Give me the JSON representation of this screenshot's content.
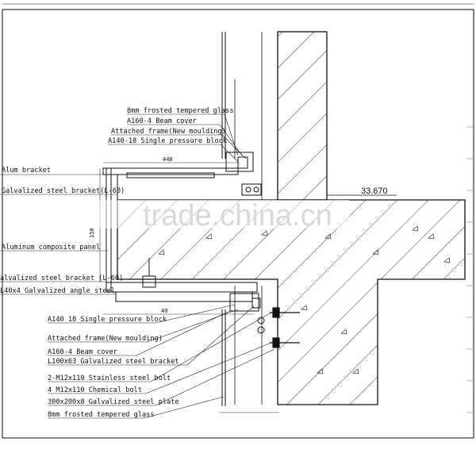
{
  "elevation_label": "33.670",
  "watermark": "trade.china.cn",
  "labels": {
    "glass_top": "8mm frosted tempered glass",
    "beam_cover_top": "A160-4 Beam cover",
    "attached_frame_top": "Attached frame(New moulding)",
    "pressure_block_top": "A140-18 Single pressure block",
    "alum_bracket": "Alum bracket",
    "galv_bracket_top": "Galvalized steel bracket(L-60)",
    "acp": "Aluminum composite panel",
    "galv_bracket_bottom": "alvalized steel bracket (L-60)",
    "angle_steel": "L40x4 Galvalized angle steel",
    "pressure_block_bottom": "A140 18 Single pressure block",
    "attached_frame_bottom": "Attached frame(New moulding)",
    "beam_cover_bottom": "A160-4 Beam cover",
    "l100_bracket": "L100x63 Galvalized steel bracket",
    "stainless_bolt": "2-M12x110 Stainless steel bolt",
    "chemical_bolt": "4 M12x110 Chemical bolt",
    "steel_plate": "300x200x8 Galvalized steel plate",
    "glass_bottom": "8mm frosted tempered glass"
  },
  "dimensions": {
    "top_width": "448",
    "panel_height": "150",
    "bottom_width": "40"
  }
}
